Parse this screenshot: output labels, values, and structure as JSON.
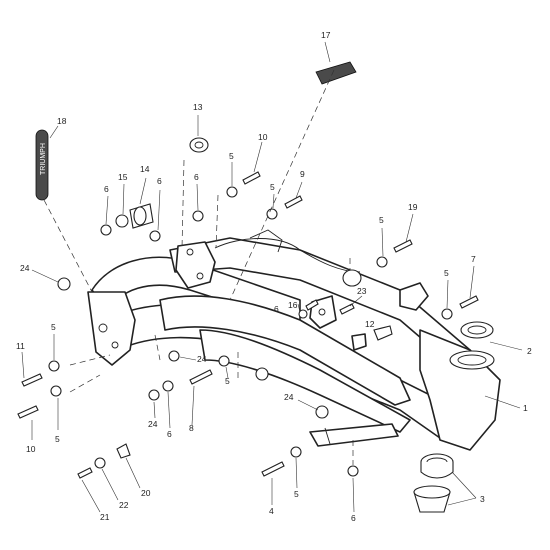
{
  "callouts": [
    {
      "id": "c17",
      "text": "17"
    },
    {
      "id": "c18",
      "text": "18"
    },
    {
      "id": "c13",
      "text": "13"
    },
    {
      "id": "c10a",
      "text": "10"
    },
    {
      "id": "c5a",
      "text": "5"
    },
    {
      "id": "c14",
      "text": "14"
    },
    {
      "id": "c15",
      "text": "15"
    },
    {
      "id": "c6a",
      "text": "6"
    },
    {
      "id": "c6b",
      "text": "6"
    },
    {
      "id": "c6c",
      "text": "6"
    },
    {
      "id": "c5b",
      "text": "5"
    },
    {
      "id": "c9",
      "text": "9"
    },
    {
      "id": "c19",
      "text": "19"
    },
    {
      "id": "c5c",
      "text": "5"
    },
    {
      "id": "c7",
      "text": "7"
    },
    {
      "id": "c5d",
      "text": "5"
    },
    {
      "id": "c24a",
      "text": "24"
    },
    {
      "id": "c16",
      "text": "16"
    },
    {
      "id": "c6d",
      "text": "6"
    },
    {
      "id": "c23",
      "text": "23"
    },
    {
      "id": "c12",
      "text": "12"
    },
    {
      "id": "c2",
      "text": "2"
    },
    {
      "id": "c5e",
      "text": "5"
    },
    {
      "id": "c11",
      "text": "11"
    },
    {
      "id": "c5f",
      "text": "5"
    },
    {
      "id": "c10b",
      "text": "10"
    },
    {
      "id": "c24b",
      "text": "24"
    },
    {
      "id": "c24c",
      "text": "24"
    },
    {
      "id": "c6e",
      "text": "6"
    },
    {
      "id": "c8",
      "text": "8"
    },
    {
      "id": "c5g",
      "text": "5"
    },
    {
      "id": "c24d",
      "text": "24"
    },
    {
      "id": "c1",
      "text": "1"
    },
    {
      "id": "c20",
      "text": "20"
    },
    {
      "id": "c22",
      "text": "22"
    },
    {
      "id": "c21",
      "text": "21"
    },
    {
      "id": "c4",
      "text": "4"
    },
    {
      "id": "c5h",
      "text": "5"
    },
    {
      "id": "c6f",
      "text": "6"
    },
    {
      "id": "c3",
      "text": "3"
    }
  ],
  "badge": {
    "text": "TRIUMPH"
  }
}
